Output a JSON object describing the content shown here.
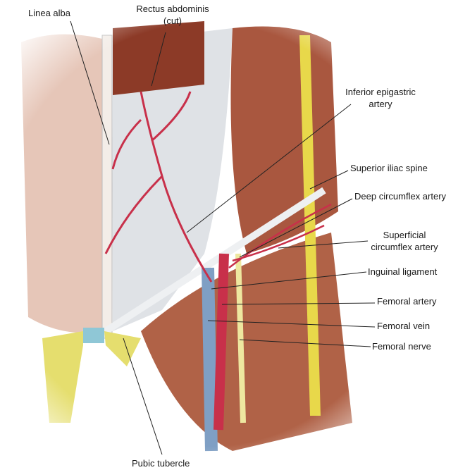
{
  "labels": {
    "linea_alba": "Linea alba",
    "rectus_line1": "Rectus abdominis",
    "rectus_line2": "(cut)",
    "inferior_epigastric_line1": "Inferior epigastric",
    "inferior_epigastric_line2": "artery",
    "superior_iliac_spine": "Superior iliac spine",
    "deep_circumflex": "Deep circumflex artery",
    "superficial_circumflex_line1": "Superficial",
    "superficial_circumflex_line2": "circumflex artery",
    "inguinal_ligament": "Inguinal ligament",
    "femoral_artery": "Femoral artery",
    "femoral_vein": "Femoral vein",
    "femoral_nerve": "Femoral nerve",
    "pubic_tubercle": "Pubic tubercle"
  },
  "colors": {
    "muscle": "#a9573f",
    "artery": "#c8304a",
    "vein": "#7f9fc4",
    "nerve": "#e8d84a",
    "fascia": "#dfe2e6"
  }
}
